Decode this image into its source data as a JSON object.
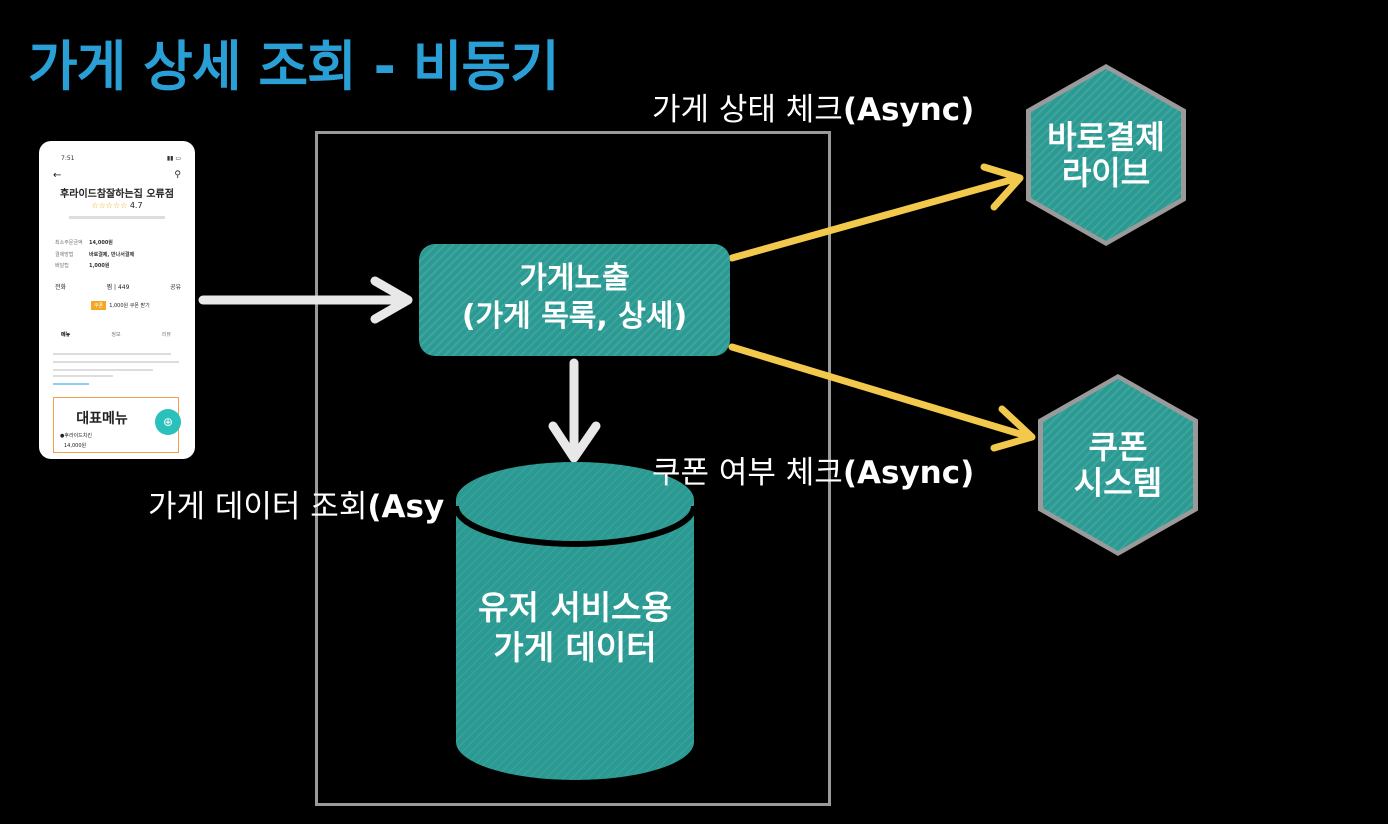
{
  "title": "가게 상세 조회 - 비동기",
  "labels": {
    "status_check": "가게 상태 체크",
    "status_check_suffix": "(Async)",
    "coupon_check": "쿠폰 여부 체크",
    "coupon_check_suffix": "(Async)",
    "data_query": "가게 데이터 조회",
    "data_query_suffix": "(Asy"
  },
  "nodes": {
    "exposure_line1": "가게노출",
    "exposure_line2": "(가게 목록, 상세)",
    "direct_pay_line1": "바로결제",
    "direct_pay_line2": "라이브",
    "coupon_system_line1": "쿠폰",
    "coupon_system_line2": "시스템",
    "db_line1": "유저 서비스용",
    "db_line2": "가게 데이터"
  },
  "phone": {
    "time": "7:51",
    "store_name": "후라이드참잘하는집 오류점",
    "stars": "☆☆☆☆☆",
    "rating": "4.7",
    "info_rows": [
      {
        "key": "최소주문금액",
        "value": "14,000원"
      },
      {
        "key": "결제방법",
        "value": "바로결제, 만나서결제"
      },
      {
        "key": "배달팁",
        "value": "1,000원"
      }
    ],
    "actions": [
      "전화",
      "찜 | 449",
      "공유"
    ],
    "coupon_tag": "쿠폰",
    "coupon_text": "1,000원 쿠폰 받기",
    "tabs": [
      "메뉴",
      "정보",
      "리뷰"
    ],
    "menu_title": "대표메뉴",
    "menu_item": "●후라이드치킨",
    "menu_price": "14,000원"
  },
  "colors": {
    "title": "#2a9fd6",
    "teal": "#2a9a93",
    "arrow_yellow": "#f2c94c",
    "boundary": "#9a9a9a"
  }
}
